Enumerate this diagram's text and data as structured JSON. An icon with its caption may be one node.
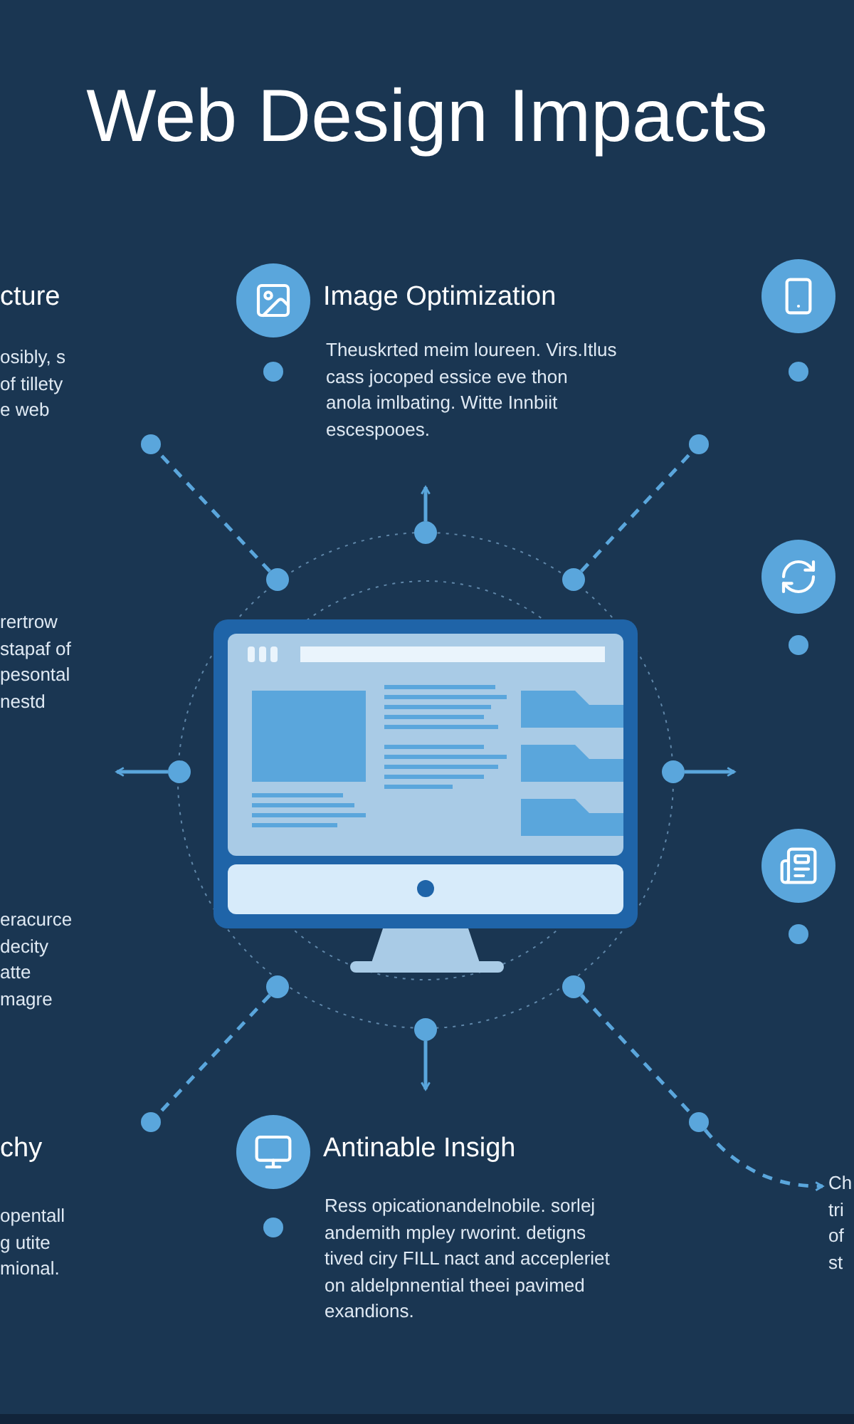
{
  "diagram": {
    "title": "Web Design Impacts",
    "nodes": [
      {
        "text": [
          "cture",
          "osibly, s of tillety e web"
        ]
      },
      {
        "text": [
          "Image Optimization",
          "Theuskrted meim loureen. Virs.Itlus cass jocoped essice eve thon anola imlbating. Witte Innbiit escespooes."
        ]
      },
      {
        "text": [
          "rertrow stapaf of pesontal nestd"
        ]
      },
      {
        "text": [],
        "shape": "picture"
      },
      {
        "text": [
          "eracurce decity atte magre"
        ]
      },
      {
        "text": [
          "chy",
          "opentall g utite mional."
        ]
      },
      {
        "text": [
          "Antinable Insigh",
          "Ress opicationandelnobile. sorlej andemith mpley rworint. detigns tived ciry FILL nact and accepleriet on aldelpnnential theei pavimed exandions."
        ]
      },
      {
        "text": [
          "Ch tri of st"
        ]
      },
      {
        "text": [],
        "shape": "circle"
      },
      {
        "text": [],
        "shape": "circle"
      },
      {
        "text": [],
        "shape": "circle"
      },
      {
        "text": [],
        "shape": "circle"
      },
      {
        "text": [],
        "shape": "circle"
      },
      {
        "text": [],
        "shape": "circle"
      },
      {
        "text": [],
        "shape": "circle"
      },
      {
        "text": [],
        "shape": "circle"
      },
      {
        "text": [],
        "shape": "circle"
      },
      {
        "text": [],
        "shape": "circle"
      },
      {
        "text": [],
        "shape": "circle"
      },
      {
        "text": [],
        "shape": "circle"
      },
      {
        "text": [],
        "shape": "circle"
      },
      {
        "text": [],
        "shape": "circle"
      },
      {
        "text": [],
        "shape": "circle"
      },
      {
        "text": [],
        "shape": "circle"
      },
      {
        "text": [],
        "shape": "circle"
      }
    ],
    "edges": [
      {
        "from": 8,
        "to": null,
        "arrow": "to"
      },
      {
        "from": 11,
        "to": null,
        "arrow": "to"
      },
      {
        "from": 12,
        "to": null,
        "arrow": "to"
      },
      {
        "from": 15,
        "to": null,
        "arrow": "to"
      },
      {
        "from": 9,
        "to": 16,
        "arrow": "none",
        "style": "dashed"
      },
      {
        "from": 10,
        "to": 17,
        "arrow": "none",
        "style": "dashed"
      },
      {
        "from": 13,
        "to": 18,
        "arrow": "none",
        "style": "dashed"
      },
      {
        "from": 14,
        "to": 19,
        "arrow": "none",
        "style": "dashed"
      },
      {
        "from": 19,
        "to": 7,
        "arrow": "to",
        "style": "dashed"
      }
    ]
  }
}
